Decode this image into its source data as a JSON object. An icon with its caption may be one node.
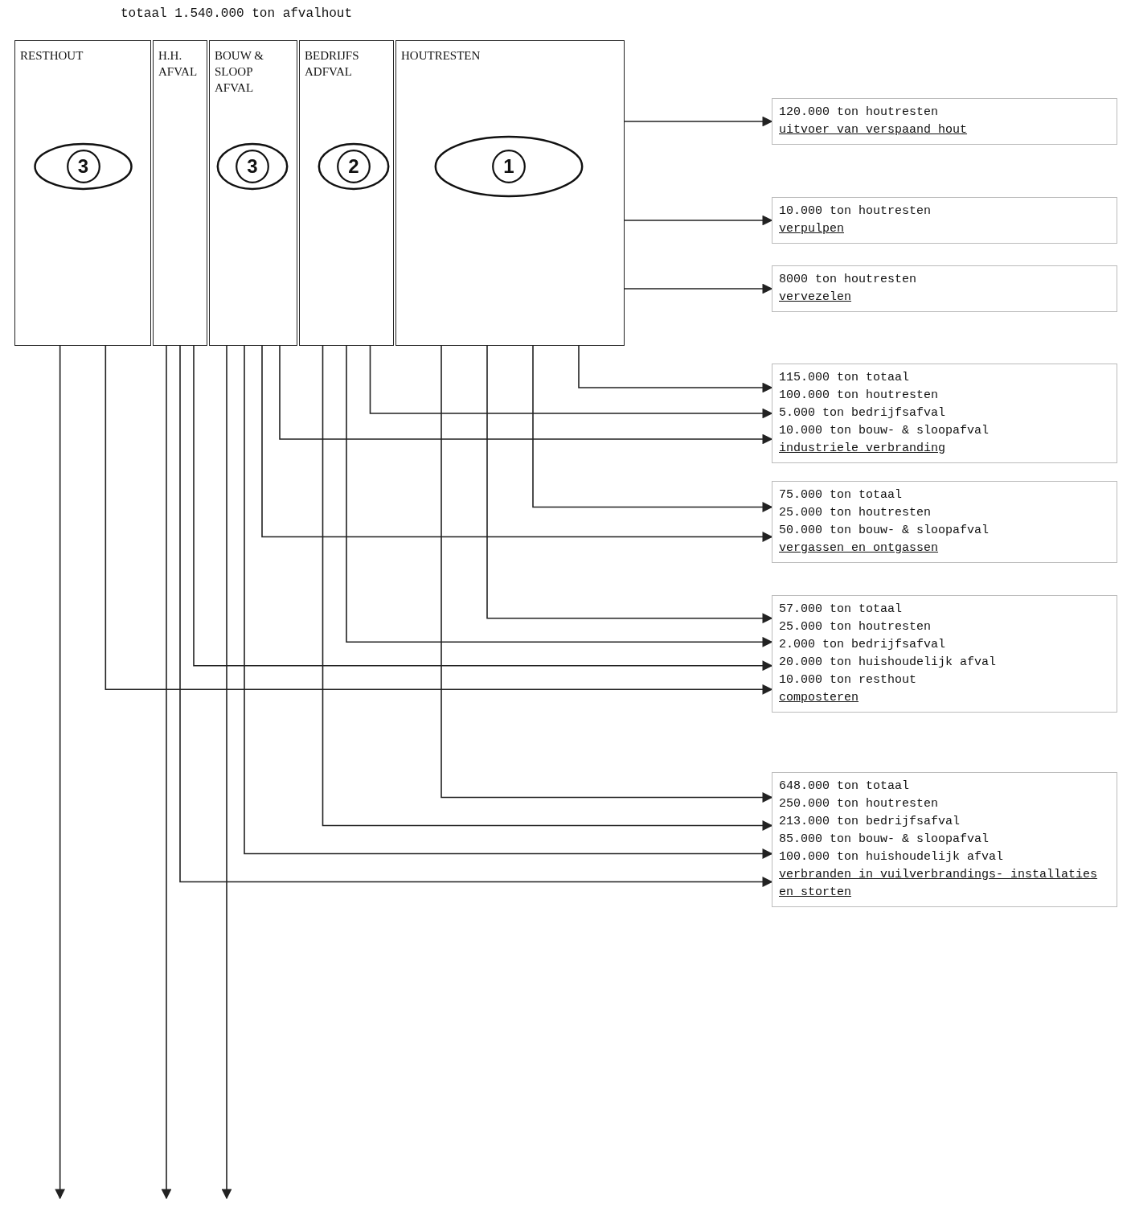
{
  "diagram": {
    "title": "totaal 1.540.000 ton afvalhout",
    "nodes": [
      {
        "text": [
          "RESTHOUT"
        ]
      },
      {
        "text": [
          "3"
        ],
        "in": 0
      },
      {
        "text": [
          "H.H. AFVAL"
        ]
      },
      {
        "text": [
          "BOUW & SLOOP AFVAL"
        ]
      },
      {
        "text": [
          "3"
        ],
        "in": 3
      },
      {
        "text": [
          "BEDRIJFS ADFVAL"
        ]
      },
      {
        "text": [
          "2"
        ],
        "in": 5
      },
      {
        "text": [
          "HOUTRESTEN"
        ]
      },
      {
        "text": [
          "1"
        ],
        "in": 7
      },
      {
        "text": [
          "120.000 ton houtresten",
          "uitvoer van verspaand hout"
        ]
      },
      {
        "text": [
          "10.000 ton houtresten",
          "verpulpen"
        ]
      },
      {
        "text": [
          "8000 ton houtresten",
          "vervezelen"
        ]
      },
      {
        "text": [
          "115.000 ton totaal",
          "100.000 ton houtresten",
          "5.000 ton bedrijfsafval",
          "10.000 ton bouw- & sloopafval",
          "industriele verbranding"
        ]
      },
      {
        "text": [
          "75.000 ton totaal",
          "25.000 ton houtresten",
          "50.000 ton bouw- & sloopafval",
          "vergassen en ontgassen"
        ]
      },
      {
        "text": [
          "57.000 ton totaal",
          "25.000 ton houtresten",
          "2.000 ton bedrijfsafval",
          "20.000 ton huishoudelijk afval",
          "10.000 ton resthout",
          "composteren"
        ]
      },
      {
        "text": [
          "648.000 ton totaal",
          "250.000 ton houtresten",
          "213.000 ton bedrijfsafval",
          "85.000 ton bouw- & sloopafval",
          "100.000 ton huishoudelijk afval",
          "verbranden in vuilverbrandings- installaties en storten"
        ]
      }
    ],
    "edges": [
      {
        "from": 7,
        "to": 9,
        "arrow": "to"
      },
      {
        "from": 7,
        "to": 10,
        "arrow": "to"
      },
      {
        "from": 7,
        "to": 11,
        "arrow": "to"
      },
      {
        "from": 7,
        "to": 12,
        "arrow": "to"
      },
      {
        "from": 5,
        "to": 12,
        "arrow": "to"
      },
      {
        "from": 3,
        "to": 12,
        "arrow": "to"
      },
      {
        "from": 7,
        "to": 13,
        "arrow": "to"
      },
      {
        "from": 3,
        "to": 13,
        "arrow": "to"
      },
      {
        "from": 7,
        "to": 14,
        "arrow": "to"
      },
      {
        "from": 5,
        "to": 14,
        "arrow": "to"
      },
      {
        "from": 2,
        "to": 14,
        "arrow": "to"
      },
      {
        "from": 0,
        "to": 14,
        "arrow": "to"
      },
      {
        "from": 7,
        "to": 15,
        "arrow": "to"
      },
      {
        "from": 5,
        "to": 15,
        "arrow": "to"
      },
      {
        "from": 3,
        "to": 15,
        "arrow": "to"
      },
      {
        "from": 2,
        "to": 15,
        "arrow": "to"
      },
      {
        "from": 0,
        "to": null,
        "arrow": "to"
      },
      {
        "from": 2,
        "to": null,
        "arrow": "to"
      },
      {
        "from": 3,
        "to": null,
        "arrow": "to"
      }
    ]
  }
}
